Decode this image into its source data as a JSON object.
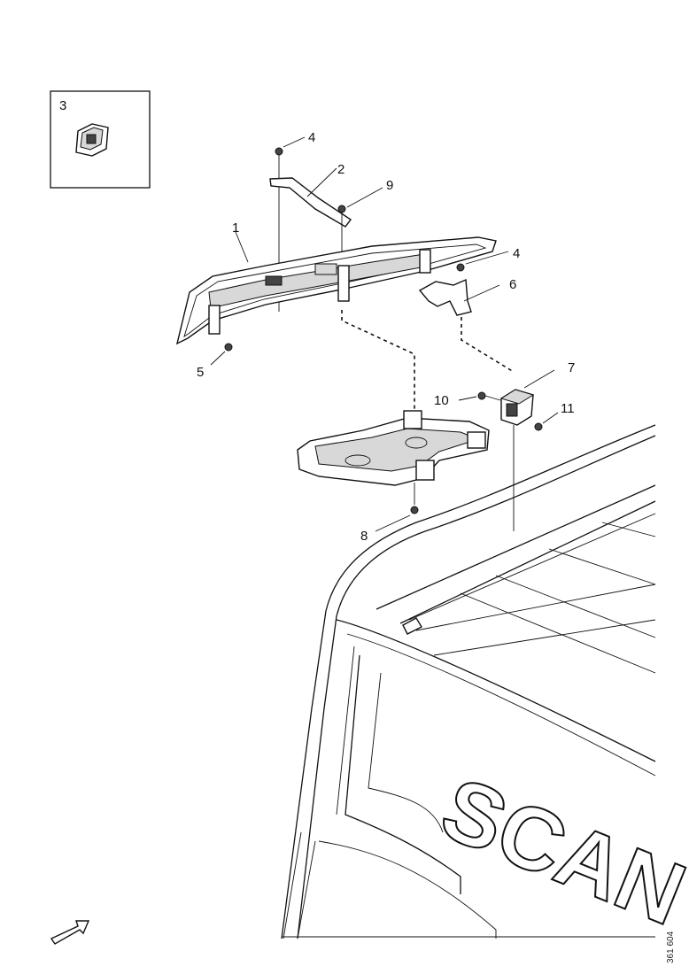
{
  "diagram": {
    "callouts": [
      "3",
      "4",
      "2",
      "9",
      "1",
      "4",
      "6",
      "5",
      "7",
      "10",
      "11",
      "8"
    ],
    "brand_text": "SCAN",
    "doc_id": "361 604"
  },
  "icons": {
    "direction_arrow": "arrow-right-up-icon",
    "inset_part": "clip-part-icon"
  },
  "colors": {
    "ink": "#111111",
    "paper": "#ffffff",
    "shade": "#d8d8d8"
  }
}
